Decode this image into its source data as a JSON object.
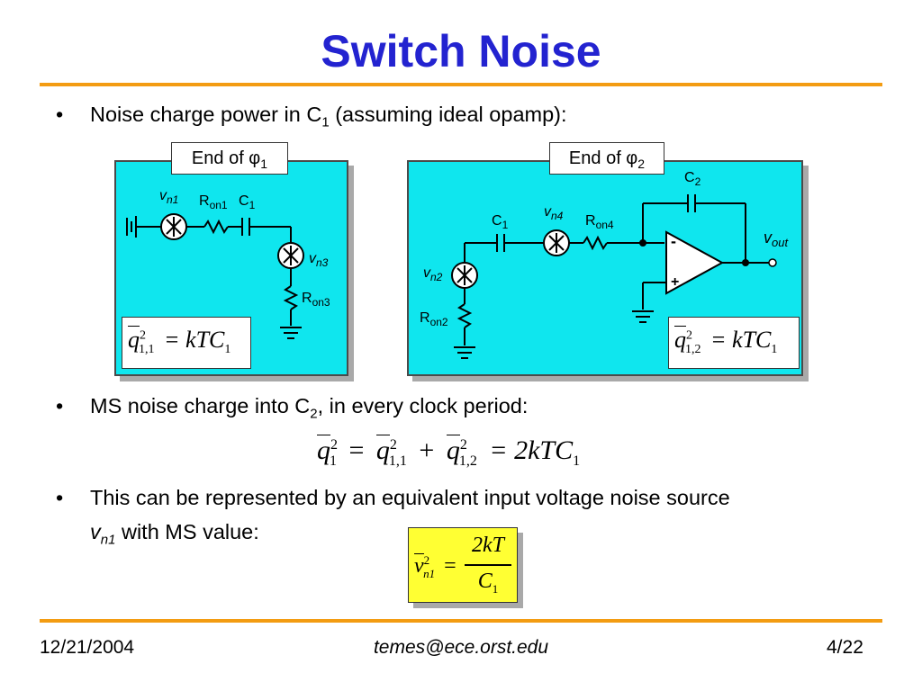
{
  "title": "Switch Noise",
  "bullets": [
    {
      "prefix": "Noise charge power in C",
      "sub": "1",
      "suffix": " (assuming ideal opamp):"
    },
    {
      "prefix": "MS noise charge into C",
      "sub": "2",
      "suffix": ", in every clock period:"
    },
    {
      "line1": "This can be represented by an equivalent input voltage noise source",
      "line2_var": "v",
      "line2_sub": "n1",
      "line2_suffix": " with MS value:"
    }
  ],
  "panel1": {
    "label": "End of φ",
    "label_sub": "1",
    "labels": {
      "vn1": "v",
      "vn1_sub": "n1",
      "ron1": "R",
      "ron1_sub": "on1",
      "c1": "C",
      "c1_sub": "1",
      "vn3": "v",
      "vn3_sub": "n3",
      "ron3": "R",
      "ron3_sub": "on3"
    },
    "equation": {
      "lhs": "q",
      "lhs_sup": "2",
      "lhs_sub": "1,1",
      "rhs": "= kTC",
      "rhs_sub": "1"
    }
  },
  "panel2": {
    "label": "End of φ",
    "label_sub": "2",
    "labels": {
      "c2": "C",
      "c2_sub": "2",
      "c1": "C",
      "c1_sub": "1",
      "vn4": "v",
      "vn4_sub": "n4",
      "ron4": "R",
      "ron4_sub": "on4",
      "vout": "v",
      "vout_sub": "out",
      "vn2": "v",
      "vn2_sub": "n2",
      "ron2": "R",
      "ron2_sub": "on2",
      "minus": "-",
      "plus": "+"
    },
    "equation": {
      "lhs": "q",
      "lhs_sup": "2",
      "lhs_sub": "1,2",
      "rhs": "= kTC",
      "rhs_sub": "1"
    }
  },
  "ms_equation": {
    "t1": "q",
    "t1_sup": "2",
    "t1_sub": "1",
    "eq1": "=",
    "t2": "q",
    "t2_sup": "2",
    "t2_sub": "1,1",
    "plus": "+",
    "t3": "q",
    "t3_sup": "2",
    "t3_sub": "1,2",
    "eq2": "= 2kTC",
    "eq2_sub": "1"
  },
  "vn1_equation": {
    "lhs": "v",
    "lhs_sup": "2",
    "lhs_sub": "n1",
    "eq": "=",
    "num": "2kT",
    "den": "C",
    "den_sub": "1",
    "box_color": "#ffff33"
  },
  "footer": {
    "date": "12/21/2004",
    "email": "temes@ece.orst.edu",
    "page": "4/22"
  },
  "colors": {
    "title": "#2323d0",
    "rule": "#f39c12",
    "panel": "#0fe6ee",
    "highlight": "#ffff33"
  }
}
